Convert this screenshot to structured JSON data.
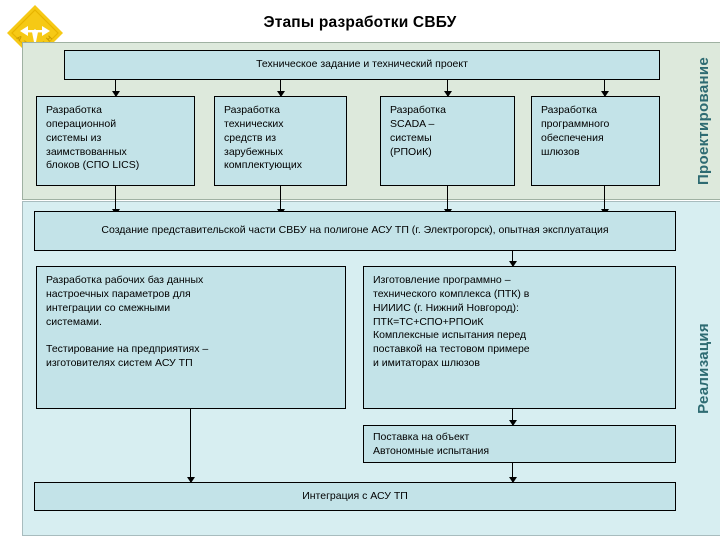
{
  "slide": {
    "title": "Этапы разработки СВБУ",
    "logo_alt": "company-diamond-logo"
  },
  "phases": [
    {
      "id": "design",
      "label": "Проектирование"
    },
    {
      "id": "implementation",
      "label": "Реализация"
    }
  ],
  "design": {
    "banner": "Техническое задание и технический проект",
    "boxes": [
      {
        "lines": "Разработка\nоперационной\nсистемы из\nзаимствованных\nблоков (СПО LICS)"
      },
      {
        "lines": "Разработка\nтехнических\nсредств из\nзарубежных\nкомплектующих"
      },
      {
        "lines": "Разработка\nSCADA –\nсистемы\n(РПОиК)"
      },
      {
        "lines": "Разработка\nпрограммного\nобеспечения\nшлюзов"
      }
    ]
  },
  "implementation": {
    "banner": "Создание представительской части СВБУ на полигоне АСУ ТП (г. Электрогорск), опытная эксплуатация",
    "left_box": "Разработка рабочих баз данных\nнастроечных параметров для\nинтеграции со смежными\nсистемами.\n\nТестирование на предприятиях –\nизготовителях систем АСУ ТП",
    "right_box": "Изготовление программно –\nтехнического комплекса (ПТК) в\nНИИИС (г. Нижний Новгород):\nПТК=ТС+СПО+РПОиК\nКомплексные испытания перед\nпоставкой на тестовом примере\nи имитаторах шлюзов",
    "delivery_box": "Поставка на объект\nАвтономные испытания",
    "final_banner": "Интеграция с АСУ ТП"
  },
  "colors": {
    "box_fill": "#c3e3e8",
    "design_panel": "#dde9dc",
    "impl_panel": "#d7eef1",
    "phase_label": "#2e6b72",
    "logo_gold": "#f2c21a"
  }
}
